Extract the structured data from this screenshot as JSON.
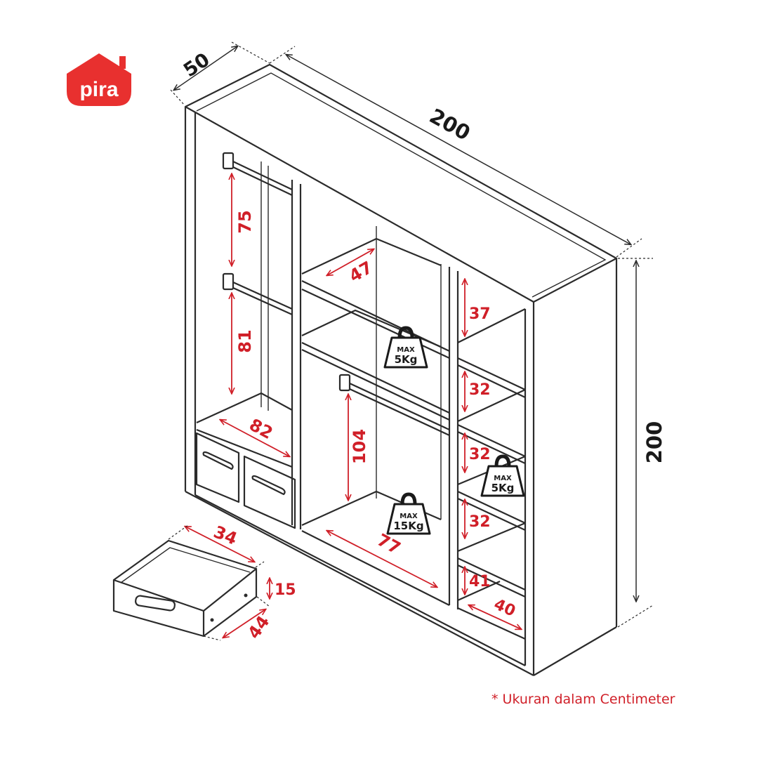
{
  "brand": {
    "logo_text": "pira",
    "color": "#e8302f"
  },
  "colors": {
    "dimension_red": "#d01f28",
    "outline": "#2b2b2b"
  },
  "dimensions": {
    "depth": "50",
    "width": "200",
    "height": "200",
    "left_hang_upper": "75",
    "left_hang_lower": "81",
    "left_width": "82",
    "middle_shelf_depth": "47",
    "middle_hang": "104",
    "middle_width": "77",
    "right_shelf_1": "37",
    "right_shelf_2": "32",
    "right_shelf_3": "32",
    "right_shelf_4": "32",
    "right_shelf_5": "41",
    "right_width": "40",
    "drawer_width": "34",
    "drawer_height": "15",
    "drawer_depth": "44"
  },
  "load_labels": [
    {
      "max": "MAX",
      "weight": "5Kg"
    },
    {
      "max": "MAX",
      "weight": "5Kg"
    },
    {
      "max": "MAX",
      "weight": "15Kg"
    }
  ],
  "footnote": "* Ukuran dalam Centimeter"
}
